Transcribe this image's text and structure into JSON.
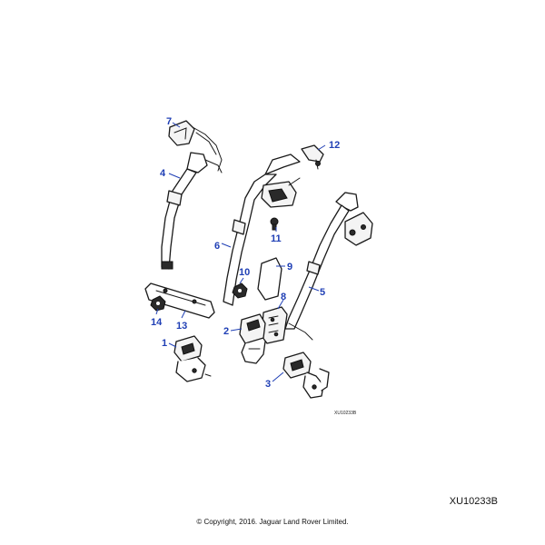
{
  "diagram": {
    "image_ref_small": "XU10233B",
    "callouts": [
      "1",
      "2",
      "3",
      "4",
      "5",
      "6",
      "7",
      "8",
      "9",
      "10",
      "11",
      "12",
      "13",
      "14"
    ]
  },
  "footer": {
    "ref_code": "XU10233B",
    "copyright": "© Copyright, 2016. Jaguar Land Rover Limited."
  },
  "colors": {
    "callout": "#1f3fb5",
    "line": "#1a1a1a",
    "background": "#ffffff"
  }
}
